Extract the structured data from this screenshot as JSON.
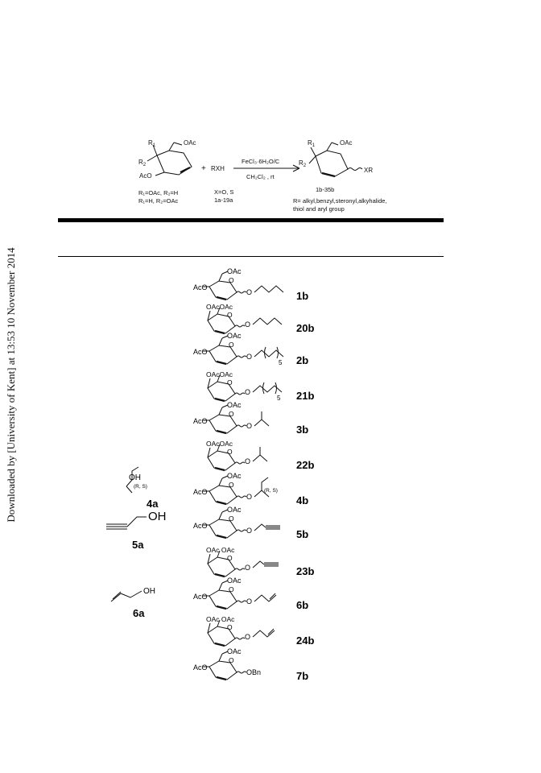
{
  "sidebar": {
    "download_note": "Downloaded by [University of Kent] at 13:53 10 November 2014"
  },
  "scheme": {
    "reactant_r1": "R",
    "reactant_r1_sub": "1",
    "reactant_r2": "R",
    "reactant_r2_sub": "2",
    "reactant_oac": "OAc",
    "reactant_aco": "AcO",
    "plus": "+",
    "rxh": "RXH",
    "reagent_top": "FeCl₃·6H₂O/C",
    "reagent_bottom": "CH₂Cl₂ , rt",
    "cond_line1": "R₁=OAc, R₂=H",
    "cond_line2": "R₁=H,  R₂=OAc",
    "x_def": "X=O, S",
    "x_range": "1a-19a",
    "product_xr": "XR",
    "product_range": "1b-35b",
    "r_def_line1": "R= alkyl,benzyl,steronyl,alkyhalide,",
    "r_def_line2": "thiol and aryl group"
  },
  "reactants": [
    {
      "label": "4a",
      "oh": "OH",
      "stereo": "(R, S)"
    },
    {
      "label": "5a",
      "oh": "OH"
    },
    {
      "label": "6a",
      "oh": "OH"
    }
  ],
  "products": [
    {
      "label": "1b",
      "type": "gluco",
      "aglycone": "butyl",
      "oac": "OAc",
      "aco": "AcO",
      "o": "O"
    },
    {
      "label": "20b",
      "type": "galacto",
      "aglycone": "butyl",
      "oacoac": "OAcOAc",
      "o": "O"
    },
    {
      "label": "2b",
      "type": "gluco",
      "aglycone": "octyl",
      "oac": "OAc",
      "aco": "AcO",
      "o": "O",
      "n": "5"
    },
    {
      "label": "21b",
      "type": "galacto",
      "aglycone": "octyl",
      "oacoac": "OAcOAc",
      "o": "O",
      "n": "5"
    },
    {
      "label": "3b",
      "type": "gluco",
      "aglycone": "isopropyl",
      "oac": "OAc",
      "aco": "AcO",
      "o": "O"
    },
    {
      "label": "22b",
      "type": "galacto",
      "aglycone": "isopropyl",
      "oacoac": "OAcOAc",
      "o": "O"
    },
    {
      "label": "4b",
      "type": "gluco",
      "aglycone": "secbutyl",
      "oac": "OAc",
      "aco": "AcO",
      "o": "O",
      "stereo": "(R, S)"
    },
    {
      "label": "5b",
      "type": "gluco",
      "aglycone": "propargyl",
      "oac": "OAc",
      "aco": "AcO",
      "o": "O"
    },
    {
      "label": "23b",
      "type": "galacto",
      "aglycone": "propargyl",
      "oacoac": "OAc OAc",
      "o": "O"
    },
    {
      "label": "6b",
      "type": "gluco",
      "aglycone": "allyl",
      "oac": "OAc",
      "aco": "AcO",
      "o": "O"
    },
    {
      "label": "24b",
      "type": "galacto",
      "aglycone": "allyl",
      "oacoac": "OAc OAc",
      "o": "O"
    },
    {
      "label": "7b",
      "type": "gluco",
      "aglycone": "benzyl",
      "oac": "OAc",
      "aco": "AcO",
      "o": "O",
      "obn": "OBn"
    }
  ]
}
